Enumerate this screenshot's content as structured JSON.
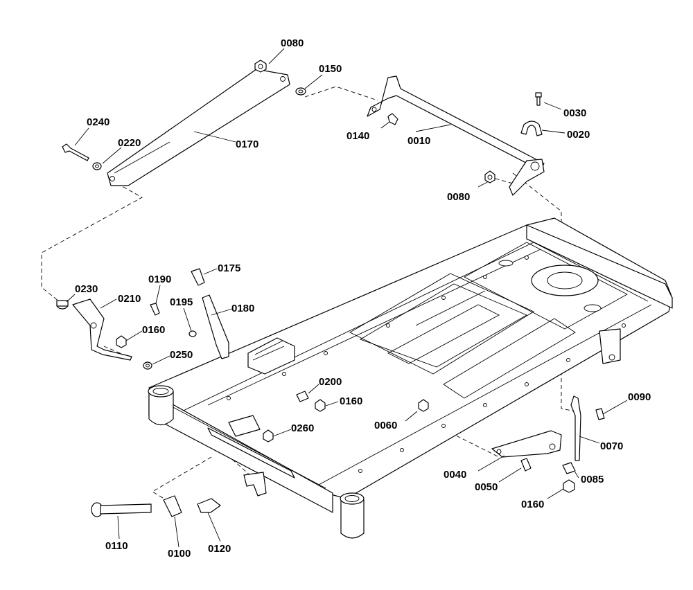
{
  "callouts": [
    {
      "id": "p0080a",
      "text": "0080"
    },
    {
      "id": "p0150",
      "text": "0150"
    },
    {
      "id": "p0240",
      "text": "0240"
    },
    {
      "id": "p0220",
      "text": "0220"
    },
    {
      "id": "p0170",
      "text": "0170"
    },
    {
      "id": "p0140",
      "text": "0140"
    },
    {
      "id": "p0010",
      "text": "0010"
    },
    {
      "id": "p0030",
      "text": "0030"
    },
    {
      "id": "p0020",
      "text": "0020"
    },
    {
      "id": "p0080b",
      "text": "0080"
    },
    {
      "id": "p0175",
      "text": "0175"
    },
    {
      "id": "p0190",
      "text": "0190"
    },
    {
      "id": "p0230",
      "text": "0230"
    },
    {
      "id": "p0210",
      "text": "0210"
    },
    {
      "id": "p0195",
      "text": "0195"
    },
    {
      "id": "p0180",
      "text": "0180"
    },
    {
      "id": "p0160a",
      "text": "0160"
    },
    {
      "id": "p0250",
      "text": "0250"
    },
    {
      "id": "p0200",
      "text": "0200"
    },
    {
      "id": "p0160b",
      "text": "0160"
    },
    {
      "id": "p0060",
      "text": "0060"
    },
    {
      "id": "p0260",
      "text": "0260"
    },
    {
      "id": "p0090",
      "text": "0090"
    },
    {
      "id": "p0070",
      "text": "0070"
    },
    {
      "id": "p0040",
      "text": "0040"
    },
    {
      "id": "p0085",
      "text": "0085"
    },
    {
      "id": "p0050",
      "text": "0050"
    },
    {
      "id": "p0160c",
      "text": "0160"
    },
    {
      "id": "p0110",
      "text": "0110"
    },
    {
      "id": "p0100",
      "text": "0100"
    },
    {
      "id": "p0120",
      "text": "0120"
    }
  ]
}
